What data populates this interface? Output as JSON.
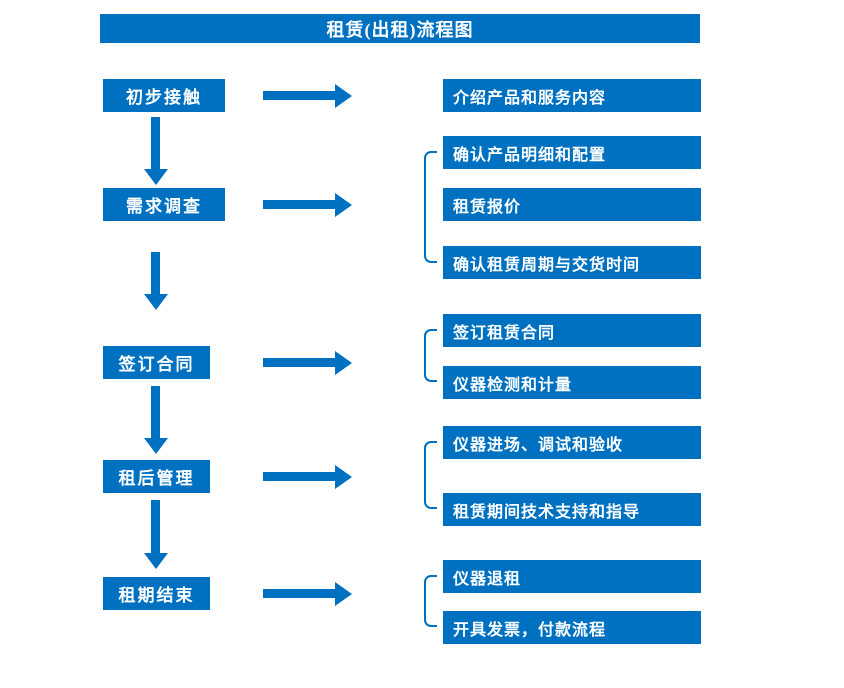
{
  "title": "租赁(出租)流程图",
  "colors": {
    "primary": "#0070C0",
    "box_text": "#FFFFFF",
    "background": "#FFFFFF"
  },
  "stages": [
    {
      "label": "初步接触",
      "details": [
        "介绍产品和服务内容"
      ]
    },
    {
      "label": "需求调查",
      "details": [
        "确认产品明细和配置",
        "租赁报价",
        "确认租赁周期与交货时间"
      ]
    },
    {
      "label": "签订合同",
      "details": [
        "签订租赁合同",
        "仪器检测和计量"
      ]
    },
    {
      "label": "租后管理",
      "details": [
        "仪器进场、调试和验收",
        "租赁期间技术支持和指导"
      ]
    },
    {
      "label": "租期结束",
      "details": [
        "仪器退租",
        "开具发票，付款流程"
      ]
    }
  ]
}
